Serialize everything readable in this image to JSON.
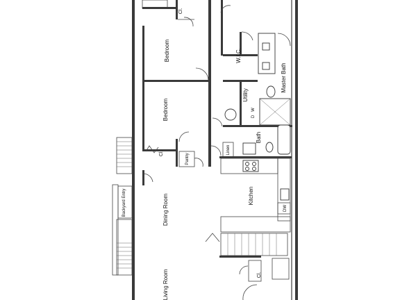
{
  "rooms": {
    "bedroom_top": "Bedroom",
    "bedroom_mid": "Bedroom",
    "wic": "W.I.C.",
    "master_bath": "Master Bath",
    "utility": "Utility",
    "bath": "Bath",
    "linen": "Linen",
    "pantry": "Pantry",
    "closet_top": "Cl.",
    "closet_mid": "Cl.",
    "closet_bottom": "Cl.",
    "backyard_entry": "Backyard Entry",
    "dining_room": "Dining Room",
    "kitchen": "Kitchen",
    "dw": "DW",
    "living_room": "Living Room",
    "washer": "W",
    "dryer": "D"
  }
}
